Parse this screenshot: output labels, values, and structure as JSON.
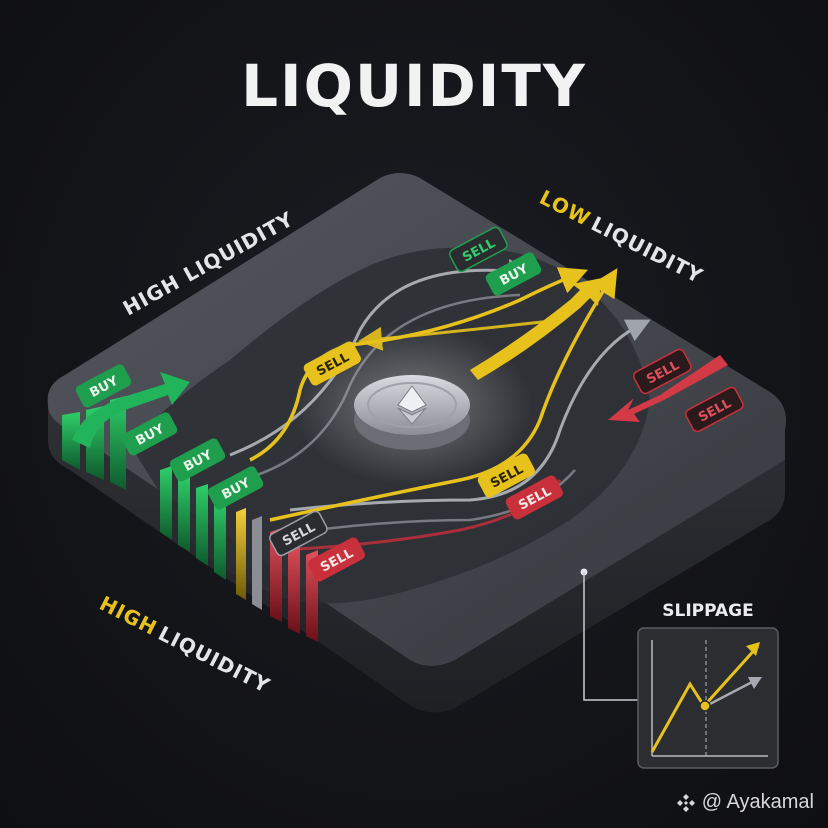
{
  "title": "LIQUIDITY",
  "labels": {
    "high_liquidity_top": "HIGH LIQUIDITY",
    "low_word": "LOW",
    "liquidity_word_right": "LIQUIDITY",
    "high_word_bottom": "HIGH",
    "liquidity_word_bottom": "LIQUIDITY"
  },
  "orders": {
    "buy": "BUY",
    "sell": "SELL"
  },
  "slippage": {
    "title": "SLIPPAGE"
  },
  "watermark": "@ Ayakamal",
  "colors": {
    "buy": "#1f9e4e",
    "sell": "#c8303c",
    "accent": "#e8c21c",
    "platform": "#3d3f45",
    "background": "#131418"
  },
  "icons": {
    "center_coin": "ethereum-diamond-icon",
    "watermark_logo": "binance-diamond-icon"
  }
}
